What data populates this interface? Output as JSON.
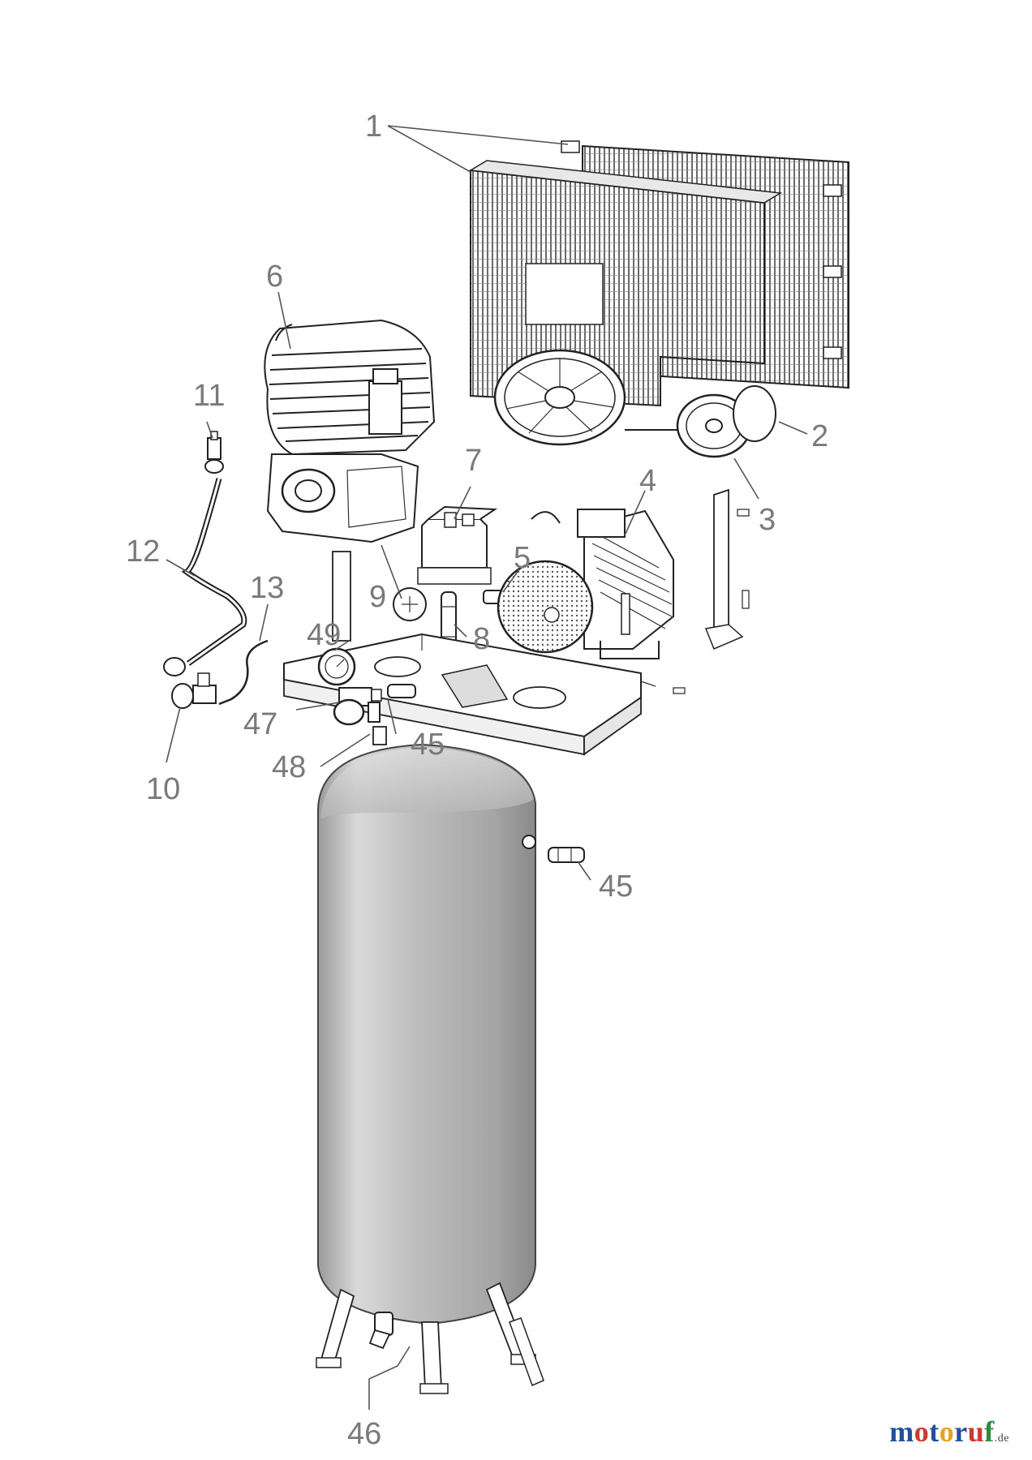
{
  "callouts": [
    {
      "id": "1",
      "label": "1"
    },
    {
      "id": "2",
      "label": "2"
    },
    {
      "id": "3",
      "label": "3"
    },
    {
      "id": "4",
      "label": "4"
    },
    {
      "id": "5",
      "label": "5"
    },
    {
      "id": "6",
      "label": "6"
    },
    {
      "id": "7",
      "label": "7"
    },
    {
      "id": "8",
      "label": "8"
    },
    {
      "id": "9",
      "label": "9"
    },
    {
      "id": "10",
      "label": "10"
    },
    {
      "id": "11",
      "label": "11"
    },
    {
      "id": "12",
      "label": "12"
    },
    {
      "id": "13",
      "label": "13"
    },
    {
      "id": "45a",
      "label": "45"
    },
    {
      "id": "45b",
      "label": "45"
    },
    {
      "id": "46",
      "label": "46"
    },
    {
      "id": "47",
      "label": "47"
    },
    {
      "id": "48",
      "label": "48"
    },
    {
      "id": "49",
      "label": "49"
    }
  ],
  "logo": {
    "letters": [
      "m",
      "o",
      "t",
      "o",
      "r",
      "u",
      "f"
    ],
    "letter_colors": [
      "#1e4fa3",
      "#d8342a",
      "#1e4fa3",
      "#e9a21a",
      "#1e4fa3",
      "#d8342a",
      "#2b8c3a"
    ],
    "suffix": ".de"
  }
}
